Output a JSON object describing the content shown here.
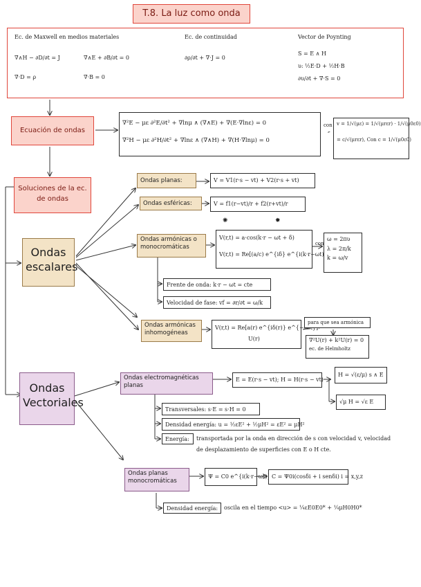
{
  "title": "T.8. La luz como onda",
  "maxwell": {
    "h1": "Ec. de Maxwell en medios materiales",
    "h2": "Ec. de continuidad",
    "h3": "Vector de Poynting",
    "m1": "∇∧H − ∂D/∂t = J",
    "m2": "∇∧E + ∂B/∂t = 0",
    "m3": "∇·D = ρ",
    "m4": "∇·B = 0",
    "c1": "∂ρ/∂t + ∇·J = 0",
    "p1": "S = E ∧ H",
    "p2": "υ: ½E·D + ½H·B",
    "p3": "∂υ/∂t + ∇·S = 0"
  },
  "ondas_eq": {
    "label": "Ecuación de ondas",
    "e1": "∇²E − με ∂²E/∂t² + ∇lnμ ∧ (∇∧E) + ∇(E·∇lnε) = 0",
    "e2": "∇²H − με ∂²H/∂t² + ∇lnε ∧ (∇∧H) + ∇(H·∇lnμ) = 0",
    "con": "con",
    "v1": "v = 1/√(με) = 1/√(μrεr) · 1/√(μ0ε0)",
    "v2": "= c/√(μrεr), Con c = 1/√(μ0ε0)"
  },
  "soluciones": {
    "label": "Soluciones de la ec. de ondas"
  },
  "escalares": {
    "label": "Ondas escalares",
    "planas": "Ondas planas:",
    "planas_eq": "V = V1(r·s − vt) + V2(r·s + vt)",
    "esfericas": "Ondas esféricas:",
    "esfericas_eq": "V = f1(r−vt)/r + f2(r+vt)/r",
    "armonicas": "Ondas armónicas o monocromáticas",
    "arm_eq1": "V(r,t) = a·cos(k·r − ωt + δ)",
    "arm_eq2": "V(r,t) = Re[(a/c) e^{iδ} e^{i(k·r−ωt)}]",
    "arm_con": "con",
    "arm_rel": [
      "ω = 2πυ",
      "λ = 2π/k",
      "k = ω/v"
    ],
    "frente": "Frente de onda: k·r − ωt = cte",
    "fase": "Velocidad de fase: vf = ∂r/∂t = ω/k",
    "inhom": "Ondas armónicas inhomogéneas",
    "inhom_eq": "V(r,t) = Re[a(r) e^{iδ(r)} e^{−iωt}]",
    "inhom_sub": "U(r)",
    "inhom_note": "para que sea armónica",
    "helmholtz": "∇²U(r) + k²U(r) = 0",
    "helmholtz_name": "ec. de Helmholtz"
  },
  "vectoriales": {
    "label": "Ondas Vectoriales",
    "em": "Ondas electromagnéticas planas",
    "em_eq": "E = E(r·s − vt); H = H(r·s − vt)",
    "em_r1": "H = √(ε/μ) s ∧ E",
    "em_r2": "√μ H = √ε E",
    "transversales": "Transversales:",
    "trans_eq": "s·E = s·H = 0",
    "densidad": "Densidad energía:",
    "dens_eq": "u = ½εE² + ½μH² = εE² = μH²",
    "energia": "Energía:",
    "energia_txt1": "transportada por la onda en dirección de s con velocidad v, velocidad",
    "energia_txt2": "de desplazamiento de superficies con E o H cte.",
    "mono": "Ondas planas monocromáticas",
    "mono_eq": "Ψ = C0 e^{i(k·r−ωt)}",
    "mono_eq2": "C = Ψ0i(cosδi + i senδi)   i = x,y,z",
    "dens2": "Densidad energía:",
    "dens2_txt": "oscila en el tiempo   <u> = ¼εE0E0* + ¼μH0H0*"
  }
}
